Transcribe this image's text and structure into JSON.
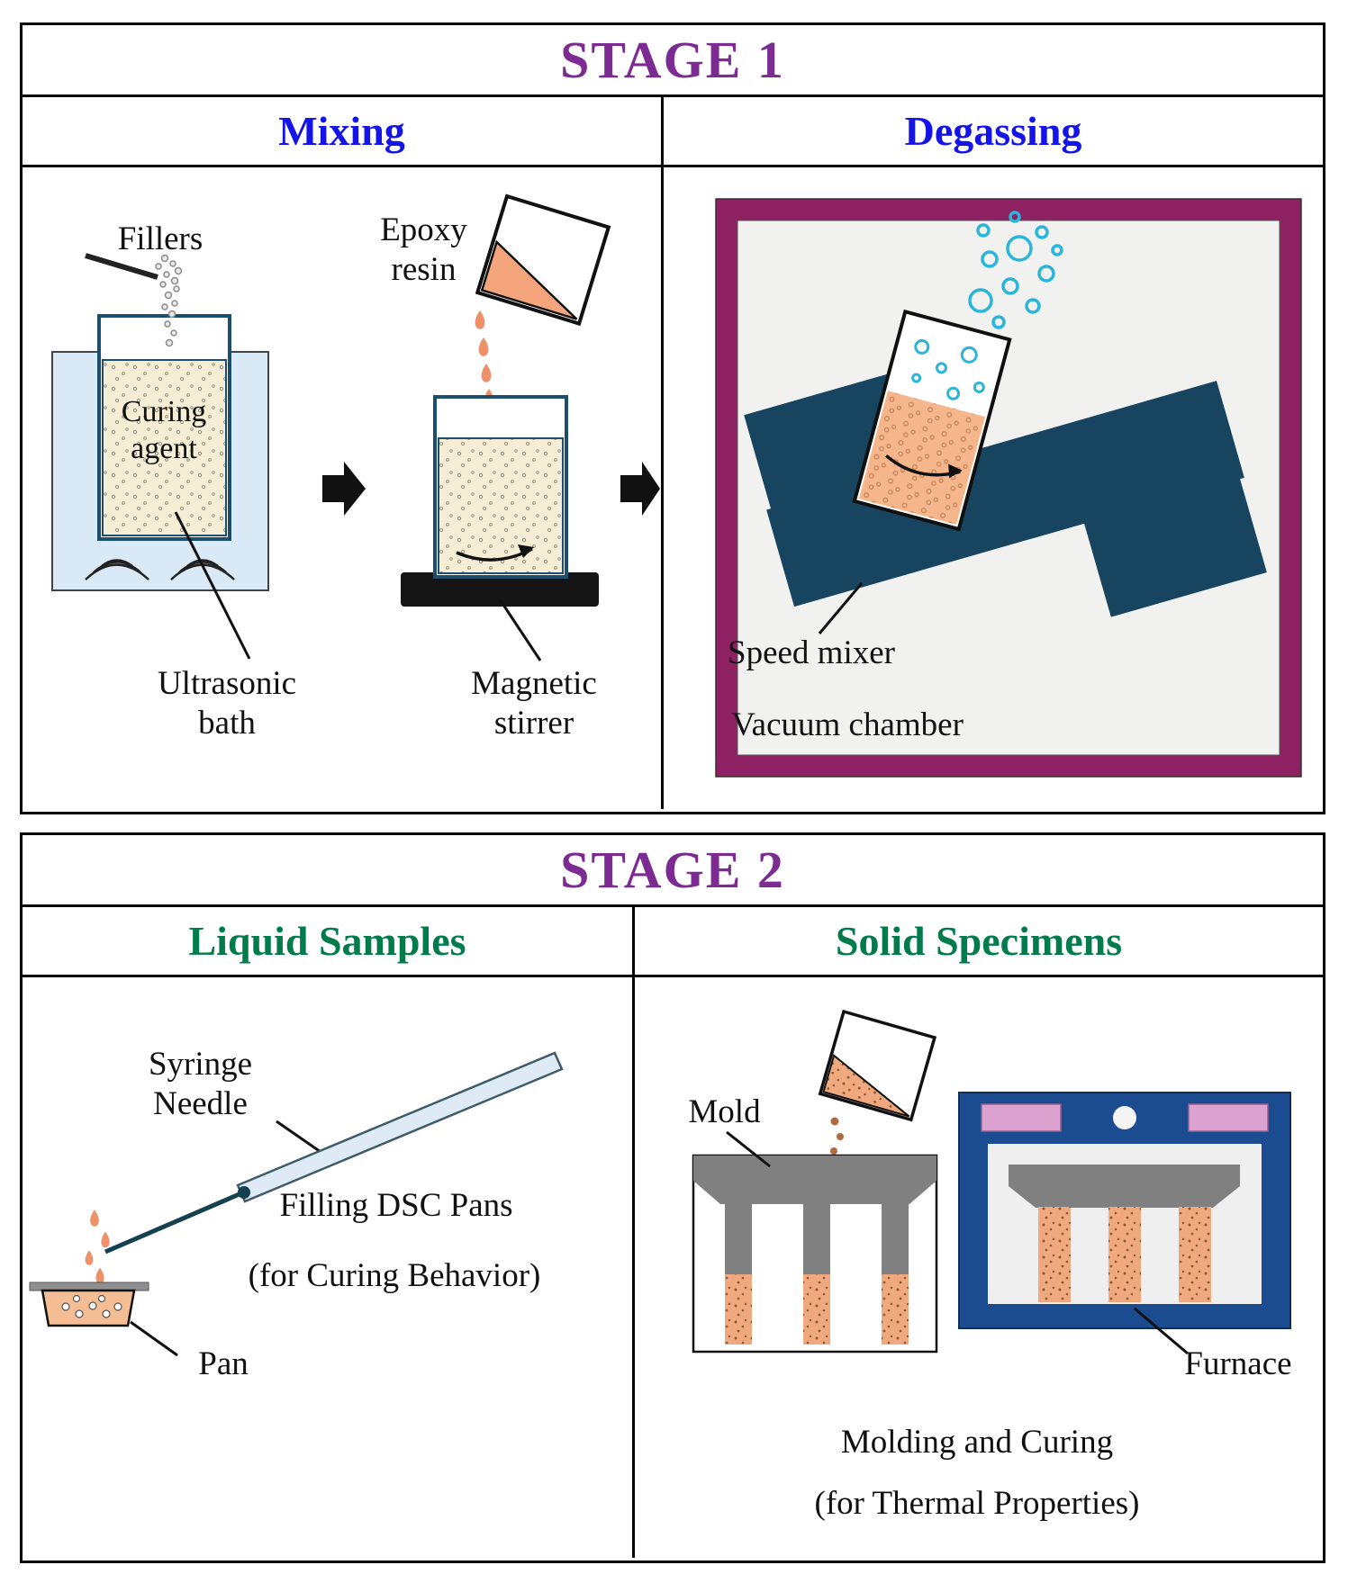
{
  "stage1": {
    "title": "STAGE 1",
    "mixing": {
      "title": "Mixing",
      "fillers": "Fillers",
      "curing_agent": "Curing agent",
      "ultrasonic_bath": "Ultrasonic bath",
      "epoxy_resin": "Epoxy resin",
      "magnetic_stirrer": "Magnetic stirrer"
    },
    "degassing": {
      "title": "Degassing",
      "speed_mixer": "Speed mixer",
      "vacuum_chamber": "Vacuum chamber"
    }
  },
  "stage2": {
    "title": "STAGE 2",
    "liquid_samples": {
      "title": "Liquid Samples",
      "syringe_needle": "Syringe Needle",
      "filling_dsc_pans": "Filling DSC Pans",
      "filling_dsc_pans_note": "(for Curing Behavior)",
      "pan": "Pan"
    },
    "solid_specimens": {
      "title": "Solid Specimens",
      "mold": "Mold",
      "furnace": "Furnace",
      "molding_and_curing": "Molding and Curing",
      "molding_note": "(for Thermal Properties)"
    }
  },
  "colors": {
    "stage_title_purple": "#7C2B92",
    "header_blue": "#1414E8",
    "header_green": "#007B4C",
    "epoxy_orange": "#F5A57B",
    "vacuum_chamber_maroon": "#8D2162",
    "speed_mixer_navy": "#17455F",
    "furnace_blue": "#1A4C8F",
    "bubble_cyan": "#2AB5DB",
    "ultrasonic_bath_blue": "#D9E9F6"
  }
}
